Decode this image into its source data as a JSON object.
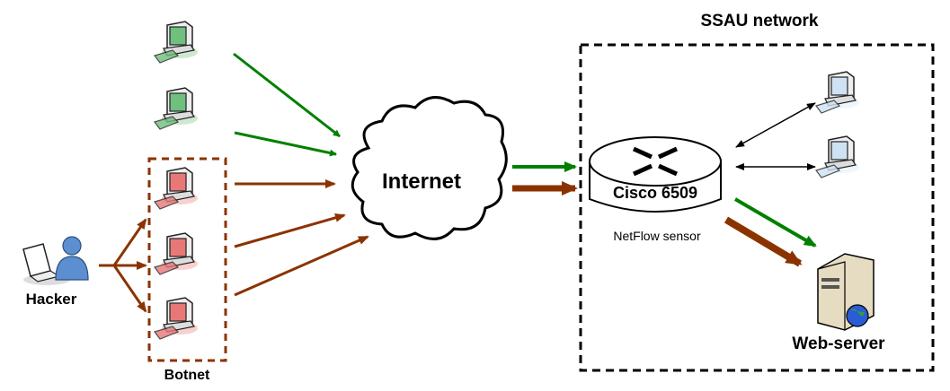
{
  "title": "SSAU network",
  "labels": {
    "hacker": "Hacker",
    "botnet": "Botnet",
    "internet": "Internet",
    "router": "Cisco 6509",
    "sensor": "NetFlow sensor",
    "webserver": "Web-server",
    "network": "SSAU network"
  },
  "colors": {
    "legit": "#008000",
    "attack": "#8b3300",
    "black": "#000000"
  },
  "nodes": {
    "legit_clients": 2,
    "bots": 3,
    "internal_hosts": 2
  }
}
